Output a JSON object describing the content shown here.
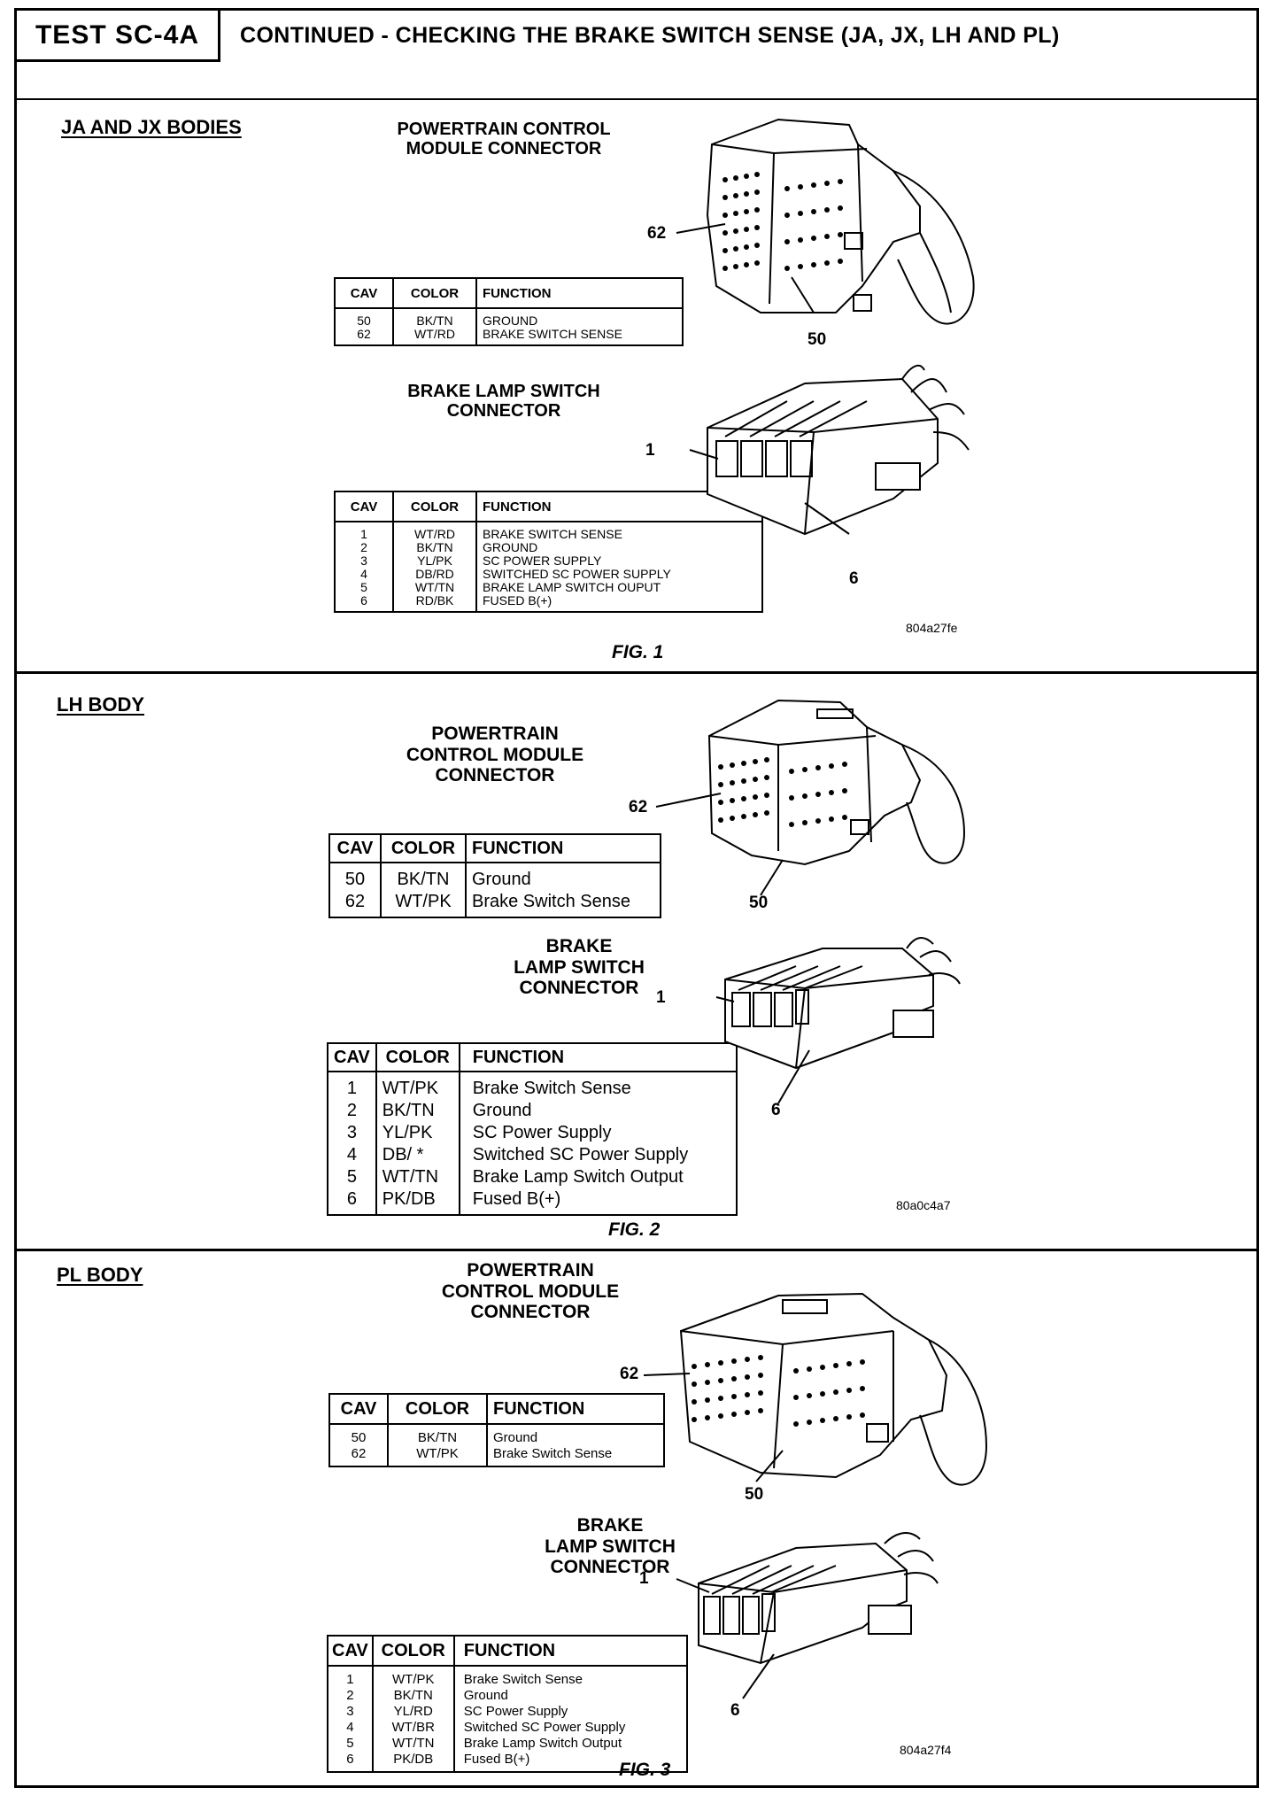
{
  "header": {
    "test_id": "TEST SC-4A",
    "title": "CONTINUED - CHECKING THE BRAKE SWITCH SENSE (JA, JX, LH AND PL)"
  },
  "columns": {
    "cav": "CAV",
    "color": "COLOR",
    "function": "FUNCTION"
  },
  "sections": [
    {
      "body_label": "JA AND JX BODIES",
      "pcm_caption": [
        "POWERTRAIN CONTROL",
        "MODULE CONNECTOR"
      ],
      "pcm_table": [
        {
          "cav": "50",
          "color": "BK/TN",
          "function": "GROUND"
        },
        {
          "cav": "62",
          "color": "WT/RD",
          "function": "BRAKE SWITCH SENSE"
        }
      ],
      "pcm_callouts": {
        "a": "62",
        "b": "50"
      },
      "bls_caption": [
        "BRAKE LAMP SWITCH",
        "CONNECTOR"
      ],
      "bls_table": [
        {
          "cav": "1",
          "color": "WT/RD",
          "function": "BRAKE SWITCH SENSE"
        },
        {
          "cav": "2",
          "color": "BK/TN",
          "function": "GROUND"
        },
        {
          "cav": "3",
          "color": "YL/PK",
          "function": "SC POWER SUPPLY"
        },
        {
          "cav": "4",
          "color": "DB/RD",
          "function": "SWITCHED SC POWER SUPPLY"
        },
        {
          "cav": "5",
          "color": "WT/TN",
          "function": "BRAKE LAMP SWITCH OUPUT"
        },
        {
          "cav": "6",
          "color": "RD/BK",
          "function": "FUSED B(+)"
        }
      ],
      "bls_callouts": {
        "a": "1",
        "b": "6"
      },
      "figure_code": "804a27fe",
      "figure_label": "FIG. 1"
    },
    {
      "body_label": "LH BODY",
      "pcm_caption": [
        "POWERTRAIN",
        "CONTROL MODULE",
        "CONNECTOR"
      ],
      "pcm_table": [
        {
          "cav": "50",
          "color": "BK/TN",
          "function": "Ground"
        },
        {
          "cav": "62",
          "color": "WT/PK",
          "function": "Brake Switch Sense"
        }
      ],
      "pcm_callouts": {
        "a": "62",
        "b": "50"
      },
      "bls_caption": [
        "BRAKE",
        "LAMP SWITCH",
        "CONNECTOR"
      ],
      "bls_table": [
        {
          "cav": "1",
          "color": "WT/PK",
          "function": "Brake Switch Sense"
        },
        {
          "cav": "2",
          "color": "BK/TN",
          "function": "Ground"
        },
        {
          "cav": "3",
          "color": "YL/PK",
          "function": "SC Power Supply"
        },
        {
          "cav": "4",
          "color": "DB/ *",
          "function": "Switched SC Power Supply"
        },
        {
          "cav": "5",
          "color": "WT/TN",
          "function": "Brake Lamp Switch Output"
        },
        {
          "cav": "6",
          "color": "PK/DB",
          "function": "Fused B(+)"
        }
      ],
      "bls_callouts": {
        "a": "1",
        "b": "6"
      },
      "figure_code": "80a0c4a7",
      "figure_label": "FIG. 2"
    },
    {
      "body_label": "PL BODY",
      "pcm_caption": [
        "POWERTRAIN",
        "CONTROL MODULE",
        "CONNECTOR"
      ],
      "pcm_table": [
        {
          "cav": "50",
          "color": "BK/TN",
          "function": "Ground"
        },
        {
          "cav": "62",
          "color": "WT/PK",
          "function": "Brake Switch Sense"
        }
      ],
      "pcm_callouts": {
        "a": "62",
        "b": "50"
      },
      "bls_caption": [
        "BRAKE",
        "LAMP SWITCH",
        "CONNECTOR"
      ],
      "bls_table": [
        {
          "cav": "1",
          "color": "WT/PK",
          "function": "Brake Switch Sense"
        },
        {
          "cav": "2",
          "color": "BK/TN",
          "function": "Ground"
        },
        {
          "cav": "3",
          "color": "YL/RD",
          "function": "SC Power Supply"
        },
        {
          "cav": "4",
          "color": "WT/BR",
          "function": "Switched SC Power Supply"
        },
        {
          "cav": "5",
          "color": "WT/TN",
          "function": "Brake Lamp Switch Output"
        },
        {
          "cav": "6",
          "color": "PK/DB",
          "function": "Fused B(+)"
        }
      ],
      "bls_callouts": {
        "a": "1",
        "b": "6"
      },
      "figure_code": "804a27f4",
      "figure_label": "FIG. 3"
    }
  ]
}
